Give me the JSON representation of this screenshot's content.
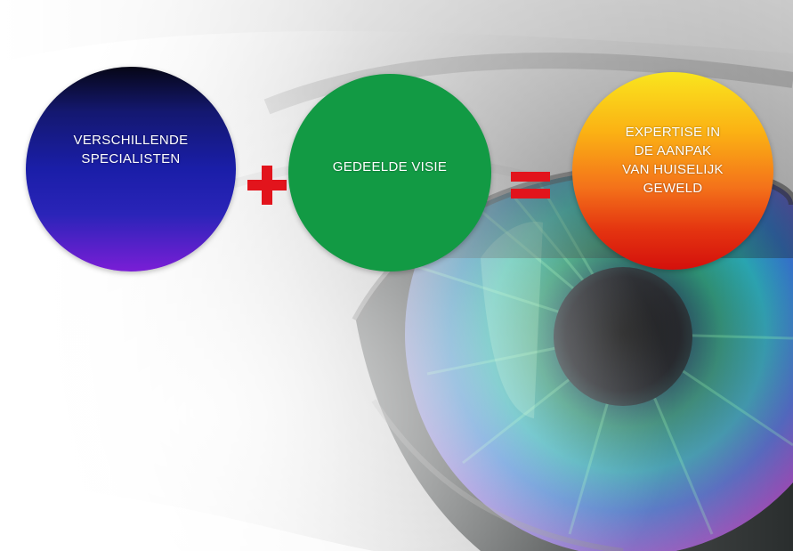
{
  "diagram": {
    "left_circle": {
      "label": "VERSCHILLENDE\nSPECIALISTEN",
      "gradient": [
        "#060616",
        "#1a1ea8",
        "#7a1ed6"
      ]
    },
    "operator_1": "+",
    "middle_circle": {
      "label": "GEDEELDE VISIE",
      "color": "#129a44"
    },
    "operator_2": "=",
    "right_circle": {
      "label": "EXPERTISE IN\nDE AANPAK\nVAN HUISELIJK\nGEWELD",
      "gradient": [
        "#f9e51e",
        "#f4731a",
        "#d4100c"
      ]
    },
    "operator_color": "#e2141c"
  },
  "background": {
    "subject": "eye-photo",
    "iris_colors": [
      "#1fa64a",
      "#1aa0b4",
      "#3a6ad8",
      "#9a3ad0",
      "#d23a8a"
    ]
  }
}
